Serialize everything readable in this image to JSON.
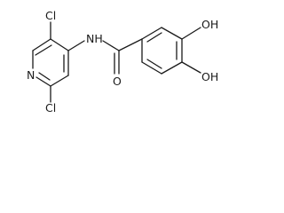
{
  "molecule": {
    "atoms": {
      "cl_top": "Cl",
      "cl_bottom": "Cl",
      "n_amide": "NH",
      "n_pyridine": "N",
      "o_carbonyl": "O",
      "oh_top": "OH",
      "oh_middle": "OH"
    }
  }
}
